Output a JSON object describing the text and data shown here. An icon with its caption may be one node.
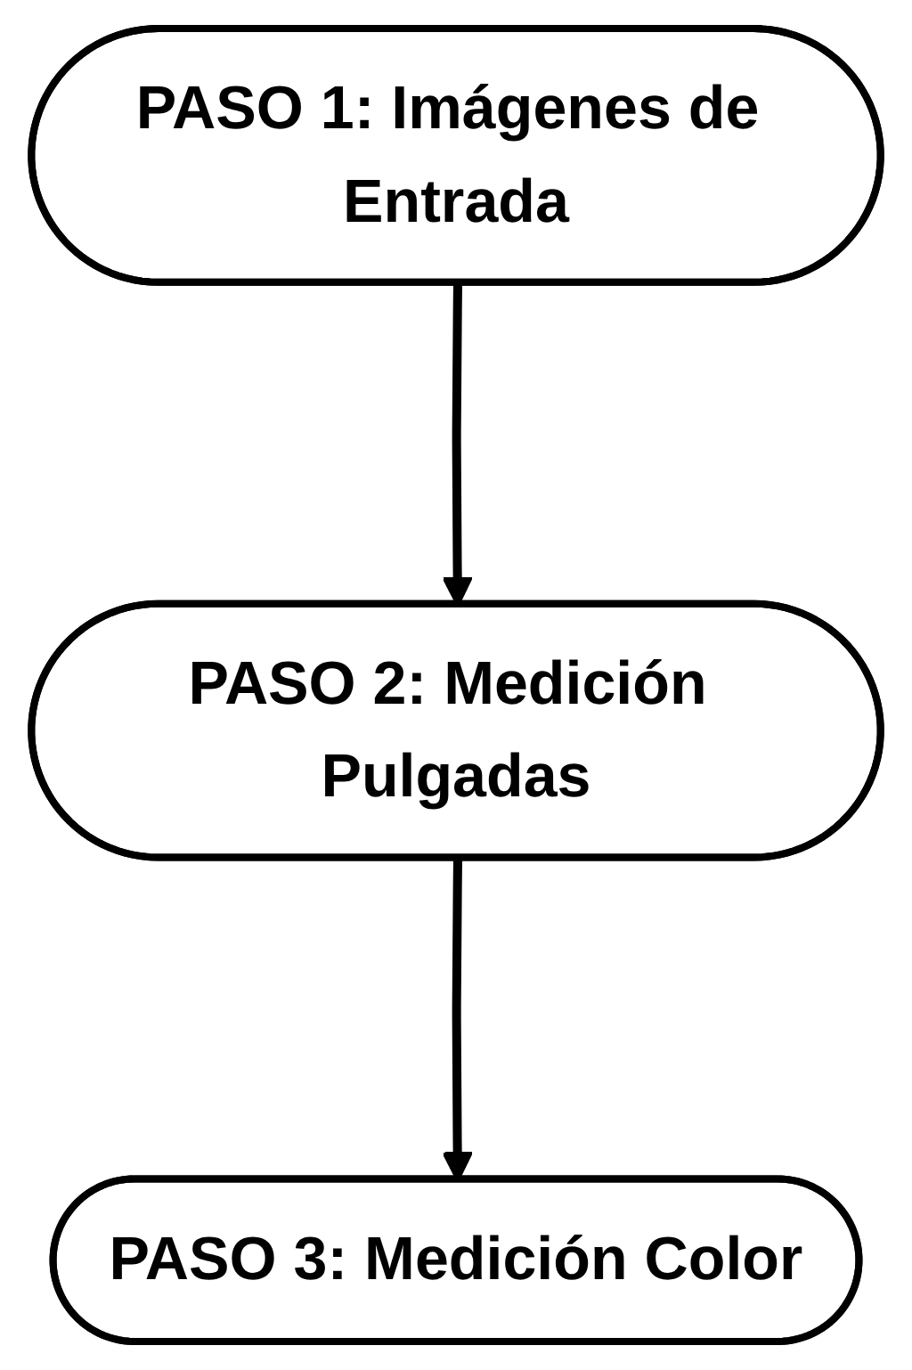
{
  "diagram": {
    "nodes": [
      {
        "text": [
          "PASO 1: Imágenes de Entrada"
        ]
      },
      {
        "text": [
          "PASO 2: Medición Pulgadas"
        ]
      },
      {
        "text": [
          "PASO 3: Medición Color"
        ]
      }
    ],
    "edges": [
      {
        "from": 0,
        "to": 1,
        "arrow": "to"
      },
      {
        "from": 1,
        "to": 2,
        "arrow": "to"
      }
    ]
  }
}
